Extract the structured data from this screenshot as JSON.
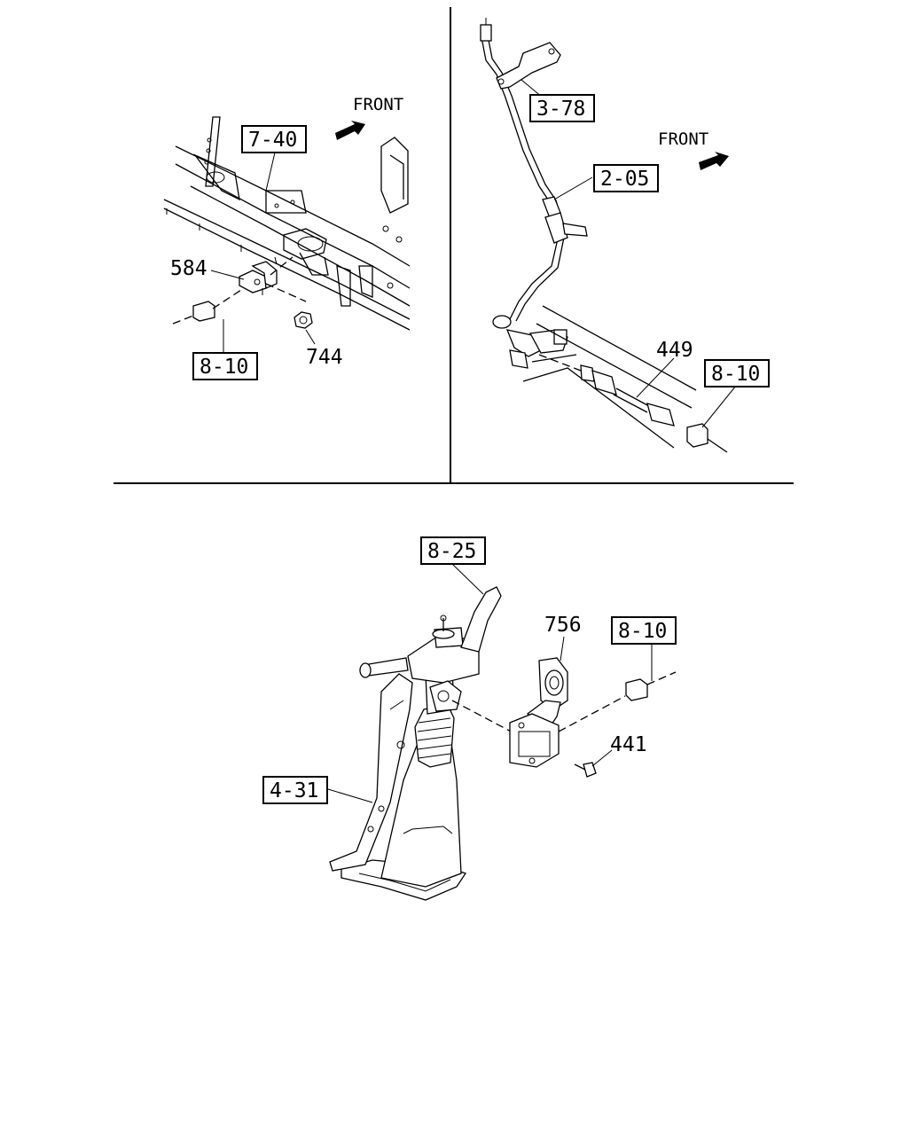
{
  "front_label": "FRONT",
  "labels": {
    "ref_7_40": "7-40",
    "ref_3_78": "3-78",
    "ref_2_05": "2-05",
    "ref_8_10_a": "8-10",
    "ref_8_10_b": "8-10",
    "ref_8_10_c": "8-10",
    "ref_8_25": "8-25",
    "ref_4_31": "4-31",
    "part_584": "584",
    "part_744": "744",
    "part_449": "449",
    "part_756": "756",
    "part_441": "441"
  }
}
